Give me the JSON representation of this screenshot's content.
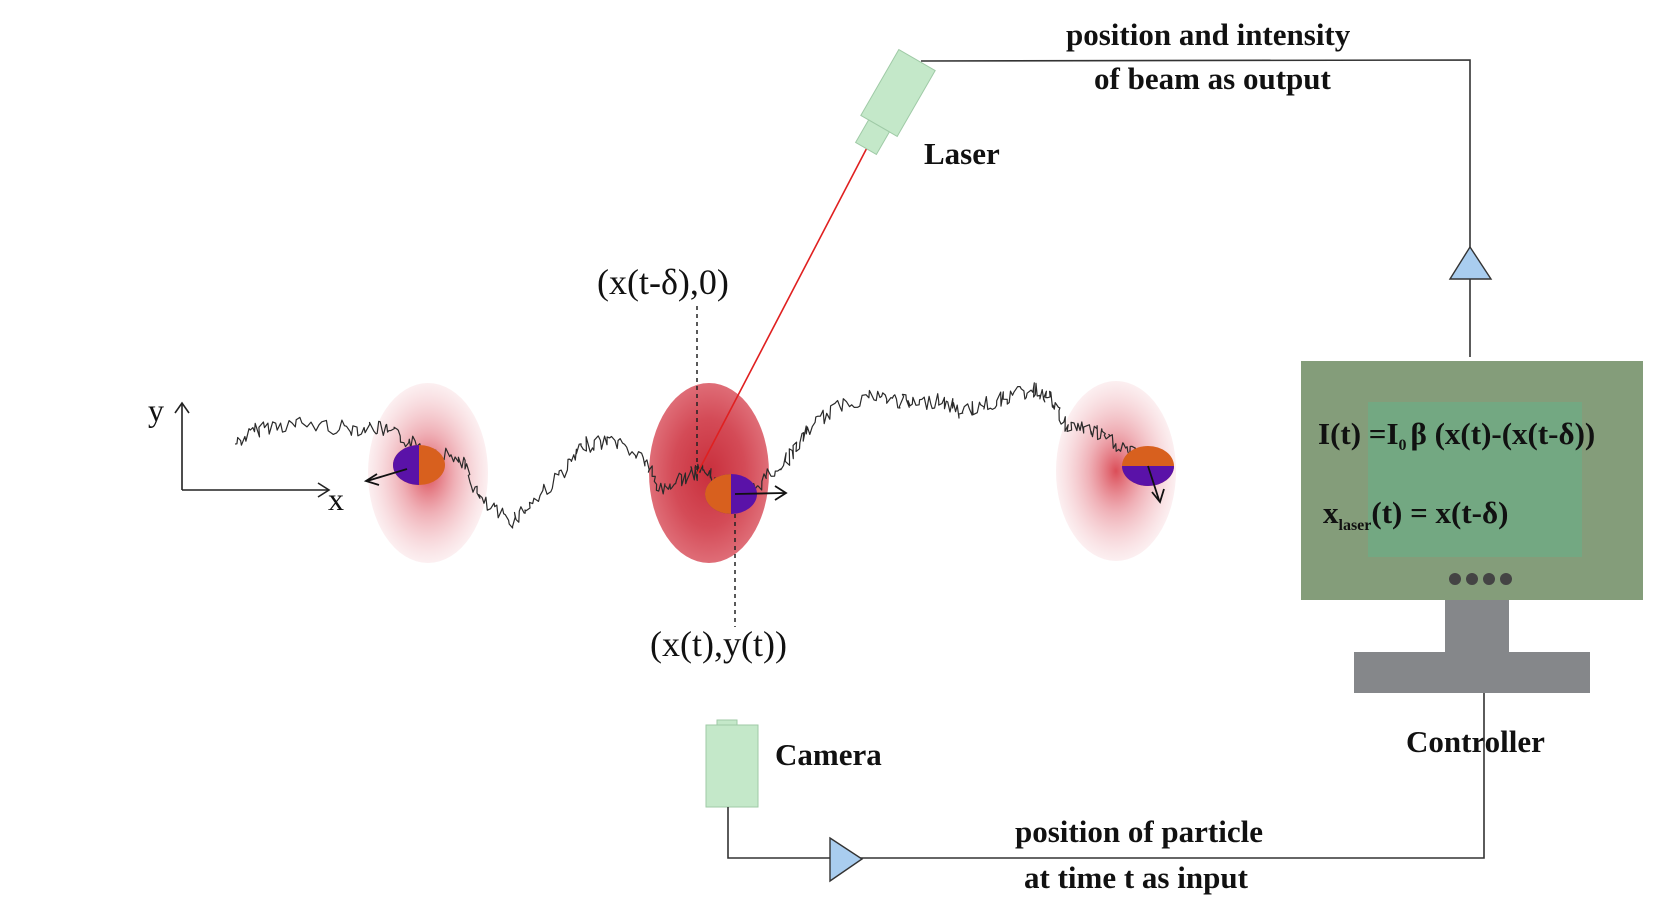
{
  "labels": {
    "output_line1": "position and  intensity",
    "output_line2": "of beam as output",
    "laser": "Laser",
    "camera": "Camera",
    "controller": "Controller",
    "input_line1": "position of particle",
    "input_line2": "at time t as input",
    "delayed_position": "(x(t-δ),0)",
    "current_position": "(x(t),y(t))",
    "axis_x": "x",
    "axis_y": "y"
  },
  "equations": {
    "intensity_lhs": "I(t) =I",
    "intensity_sub": "0",
    "intensity_rhs": "β (x(t)-(x(t-δ))",
    "laser_pos_x": "x",
    "laser_pos_sub": "laser",
    "laser_pos_rhs": "(t) = x(t-δ)"
  },
  "colors": {
    "device_green": "#c4e8c9",
    "monitor": "#849d7a",
    "monitor_screen": "#73a882",
    "monitor_stand": "#85878a",
    "arrow_blue": "#a9cdef",
    "laser_beam": "#e02020",
    "trap_red": "#d9444f",
    "particle_purple": "#5a12a8",
    "particle_orange": "#d8601e"
  }
}
